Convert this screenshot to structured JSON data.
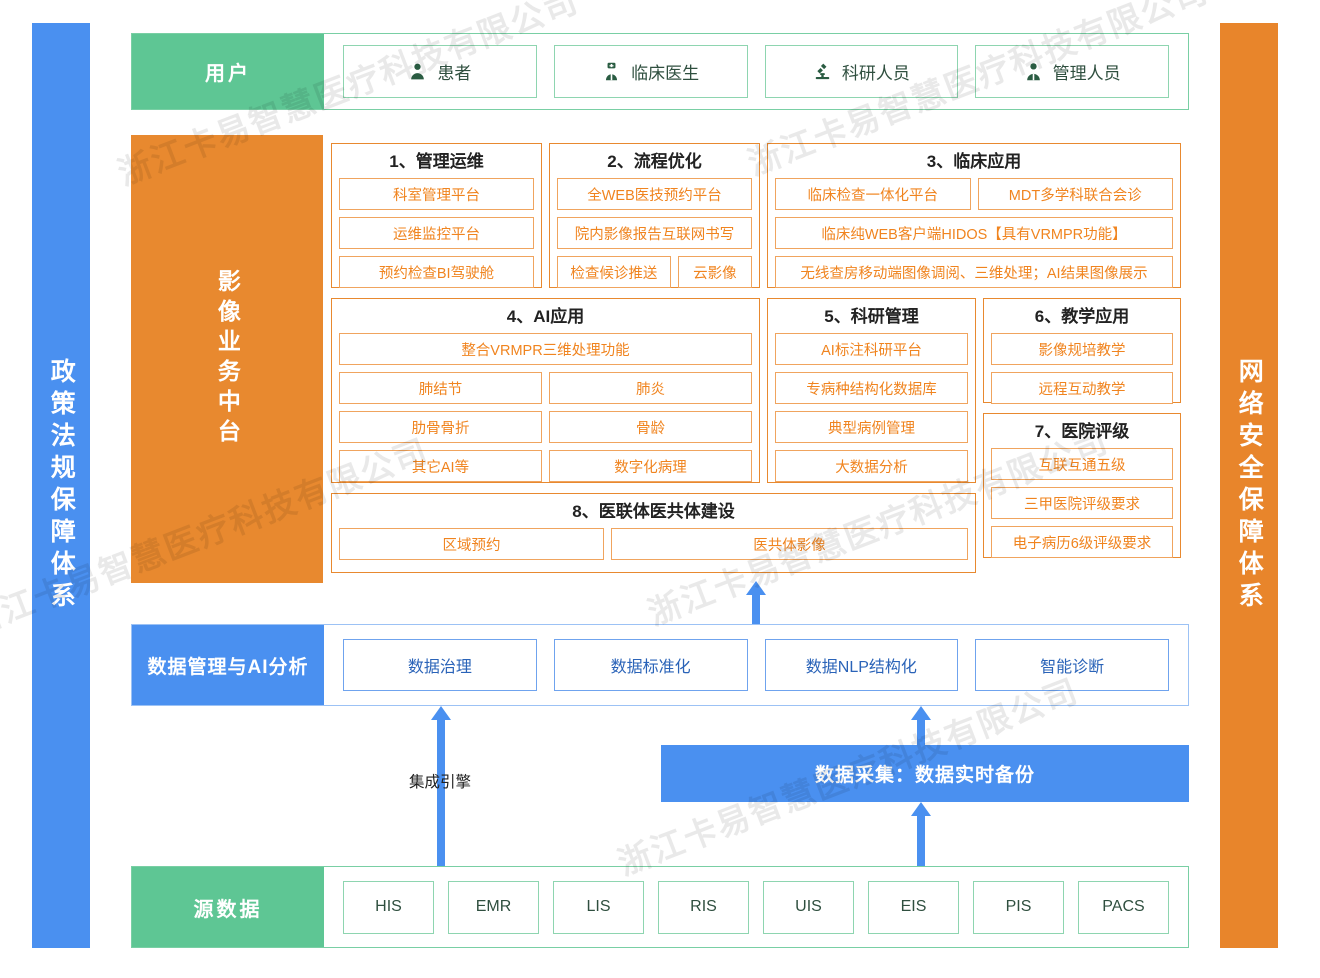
{
  "pillars": {
    "left": "政策法规保障体系",
    "right": "网络安全保障体系"
  },
  "users": {
    "label": "用户",
    "items": [
      {
        "icon": "patient-icon",
        "label": "患者"
      },
      {
        "icon": "doctor-icon",
        "label": "临床医生"
      },
      {
        "icon": "microscope-icon",
        "label": "科研人员"
      },
      {
        "icon": "manager-icon",
        "label": "管理人员"
      }
    ]
  },
  "platform": {
    "label": "影像业务中台",
    "groups": [
      {
        "id": "g1",
        "title": "1、管理运维",
        "rows": [
          [
            "科室管理平台"
          ],
          [
            "运维监控平台"
          ],
          [
            "预约检查BI驾驶舱"
          ]
        ]
      },
      {
        "id": "g2",
        "title": "2、流程优化",
        "rows": [
          [
            "全WEB医技预约平台"
          ],
          [
            "院内影像报告互联网书写"
          ],
          [
            "检查候诊推送",
            "云影像"
          ]
        ]
      },
      {
        "id": "g3",
        "title": "3、临床应用",
        "rows": [
          [
            "临床检查一体化平台",
            "MDT多学科联合会诊"
          ],
          [
            "临床纯WEB客户端HIDOS【具有VRMPR功能】"
          ],
          [
            "无线查房移动端图像调阅、三维处理；AI结果图像展示"
          ]
        ]
      },
      {
        "id": "g4",
        "title": "4、AI应用",
        "rows": [
          [
            "整合VRMPR三维处理功能"
          ],
          [
            "肺结节",
            "肺炎"
          ],
          [
            "肋骨骨折",
            "骨龄"
          ],
          [
            "其它AI等",
            "数字化病理"
          ]
        ]
      },
      {
        "id": "g5",
        "title": "5、科研管理",
        "rows": [
          [
            "AI标注科研平台"
          ],
          [
            "专病种结构化数据库"
          ],
          [
            "典型病例管理"
          ],
          [
            "大数据分析"
          ]
        ]
      },
      {
        "id": "g6",
        "title": "6、教学应用",
        "rows": [
          [
            "影像规培教学"
          ],
          [
            "远程互动教学"
          ]
        ]
      },
      {
        "id": "g7",
        "title": "7、医院评级",
        "rows": [
          [
            "互联互通五级"
          ],
          [
            "三甲医院评级要求"
          ],
          [
            "电子病历6级评级要求"
          ]
        ]
      },
      {
        "id": "g8",
        "title": "8、医联体医共体建设",
        "rows": [
          [
            "区域预约",
            "医共体影像"
          ]
        ]
      }
    ]
  },
  "data_mgmt": {
    "label": "数据管理与AI分析",
    "items": [
      "数据治理",
      "数据标准化",
      "数据NLP结构化",
      "智能诊断"
    ]
  },
  "middle": {
    "engine_label": "集成引擎",
    "collect_bar": "数据采集：数据实时备份"
  },
  "source": {
    "label": "源数据",
    "items": [
      "HIS",
      "EMR",
      "LIS",
      "RIS",
      "UIS",
      "EIS",
      "PIS",
      "PACS"
    ]
  },
  "watermark": {
    "text": "浙江卡易智慧医疗科技有限公司"
  },
  "colors": {
    "green": "#5ec694",
    "green_border": "#8ed5b0",
    "orange": "#e8892f",
    "orange_border": "#f0a45e",
    "orange_text": "#f0841f",
    "blue": "#4a90f0",
    "blue_border": "#6fa3ee",
    "blue_text": "#2a63b8"
  }
}
